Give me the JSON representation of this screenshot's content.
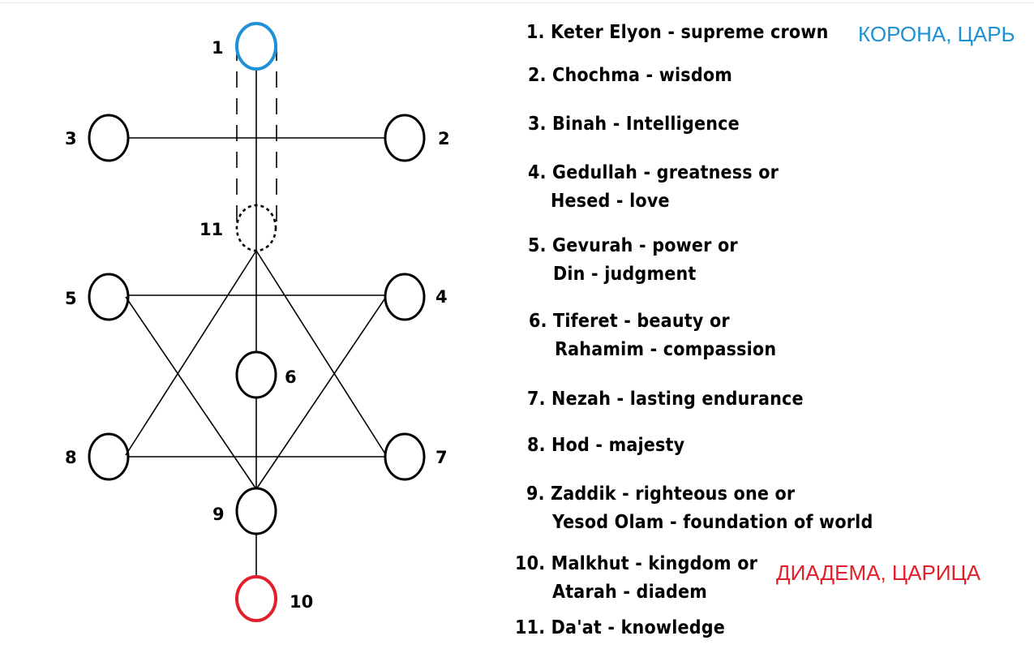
{
  "colors": {
    "crown_node": "#1e90d6",
    "kingdom_node": "#e0202a",
    "crown_annotation": "#1e90d6",
    "kingdom_annotation": "#e0202a"
  },
  "nodes": {
    "n1": "1",
    "n2": "2",
    "n3": "3",
    "n4": "4",
    "n5": "5",
    "n6": "6",
    "n7": "7",
    "n8": "8",
    "n9": "9",
    "n10": "10",
    "n11": "11"
  },
  "legend": {
    "l1": "1. Keter Elyon - supreme  crown",
    "l2": "2. Chochma - wisdom",
    "l3": "3. Binah - Intelligence",
    "l4a": "4. Gedullah - greatness or",
    "l4b": "Hesed - love",
    "l5a": "5. Gevurah - power or",
    "l5b": "Din - judgment",
    "l6a": "6. Tiferet - beauty or",
    "l6b": "Rahamim - compassion",
    "l7": "7. Nezah - lasting endurance",
    "l8": "8. Hod - majesty",
    "l9a": "9. Zaddik - righteous one or",
    "l9b": "Yesod Olam - foundation of world",
    "l10a": "10. Malkhut - kingdom or",
    "l10b": "Atarah - diadem",
    "l11": "11. Da'at - knowledge"
  },
  "annotations": {
    "crown": "КОРОНА, ЦАРЬ",
    "kingdom": "ДИАДЕМА, ЦАРИЦА"
  }
}
